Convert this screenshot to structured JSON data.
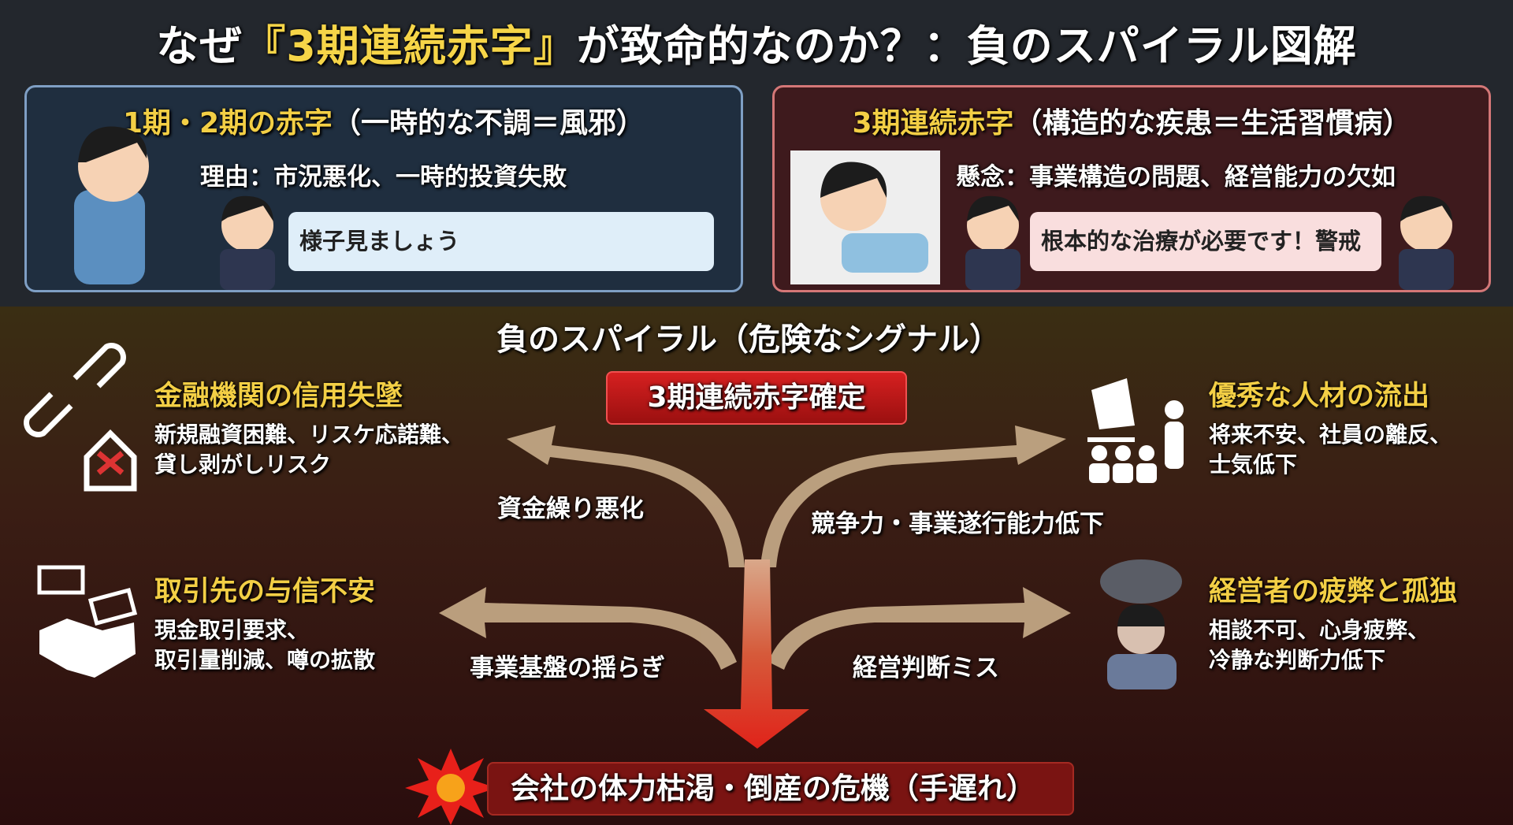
{
  "title": {
    "pre": "なぜ",
    "highlight": "『3期連続赤字』",
    "post": "が致命的なのか？：負のスパイラル図解"
  },
  "left_panel": {
    "heading_y": "1期・2期の赤字",
    "heading_w": "（一時的な不調＝風邪）",
    "reason": "理由：市況悪化、一時的投資失敗",
    "bubble": "様子見ましょう"
  },
  "right_panel": {
    "heading_y": "3期連続赤字",
    "heading_w": "（構造的な疾患＝生活習慣病）",
    "reason": "懸念：事業構造の問題、経営能力の欠如",
    "bubble": "根本的な治療が必要です！警戒"
  },
  "spiral": {
    "subtitle": "負のスパイラル（危険なシグナル）",
    "center": "3期連続赤字確定",
    "items": [
      {
        "title": "金融機関の信用失墜",
        "lines": [
          "新規融資困難、リスケ応諾難、",
          "貸し剥がしリスク"
        ],
        "icon": "broken-chain-bank-icon"
      },
      {
        "title": "優秀な人材の流出",
        "lines": [
          "将来不安、社員の離反、",
          "士気低下"
        ],
        "icon": "sinking-ship-people-leaving-icon"
      },
      {
        "title": "取引先の与信不安",
        "lines": [
          "現金取引要求、",
          "取引量削減、噂の拡散"
        ],
        "icon": "money-handshake-icon"
      },
      {
        "title": "経営者の疲弊と孤独",
        "lines": [
          "相談不可、心身疲弊、",
          "冷静な判断力低下"
        ],
        "icon": "stressed-manager-cloud-icon"
      }
    ],
    "arrow_labels": [
      "資金繰り悪化",
      "競争力・事業遂行能力低下",
      "事業基盤の揺らぎ",
      "経営判断ミス"
    ],
    "final": "会社の体力枯渇・倒産の危機（手遅れ）"
  },
  "colors": {
    "accent_yellow": "#f3cf45",
    "alert_red": "#c81818"
  }
}
